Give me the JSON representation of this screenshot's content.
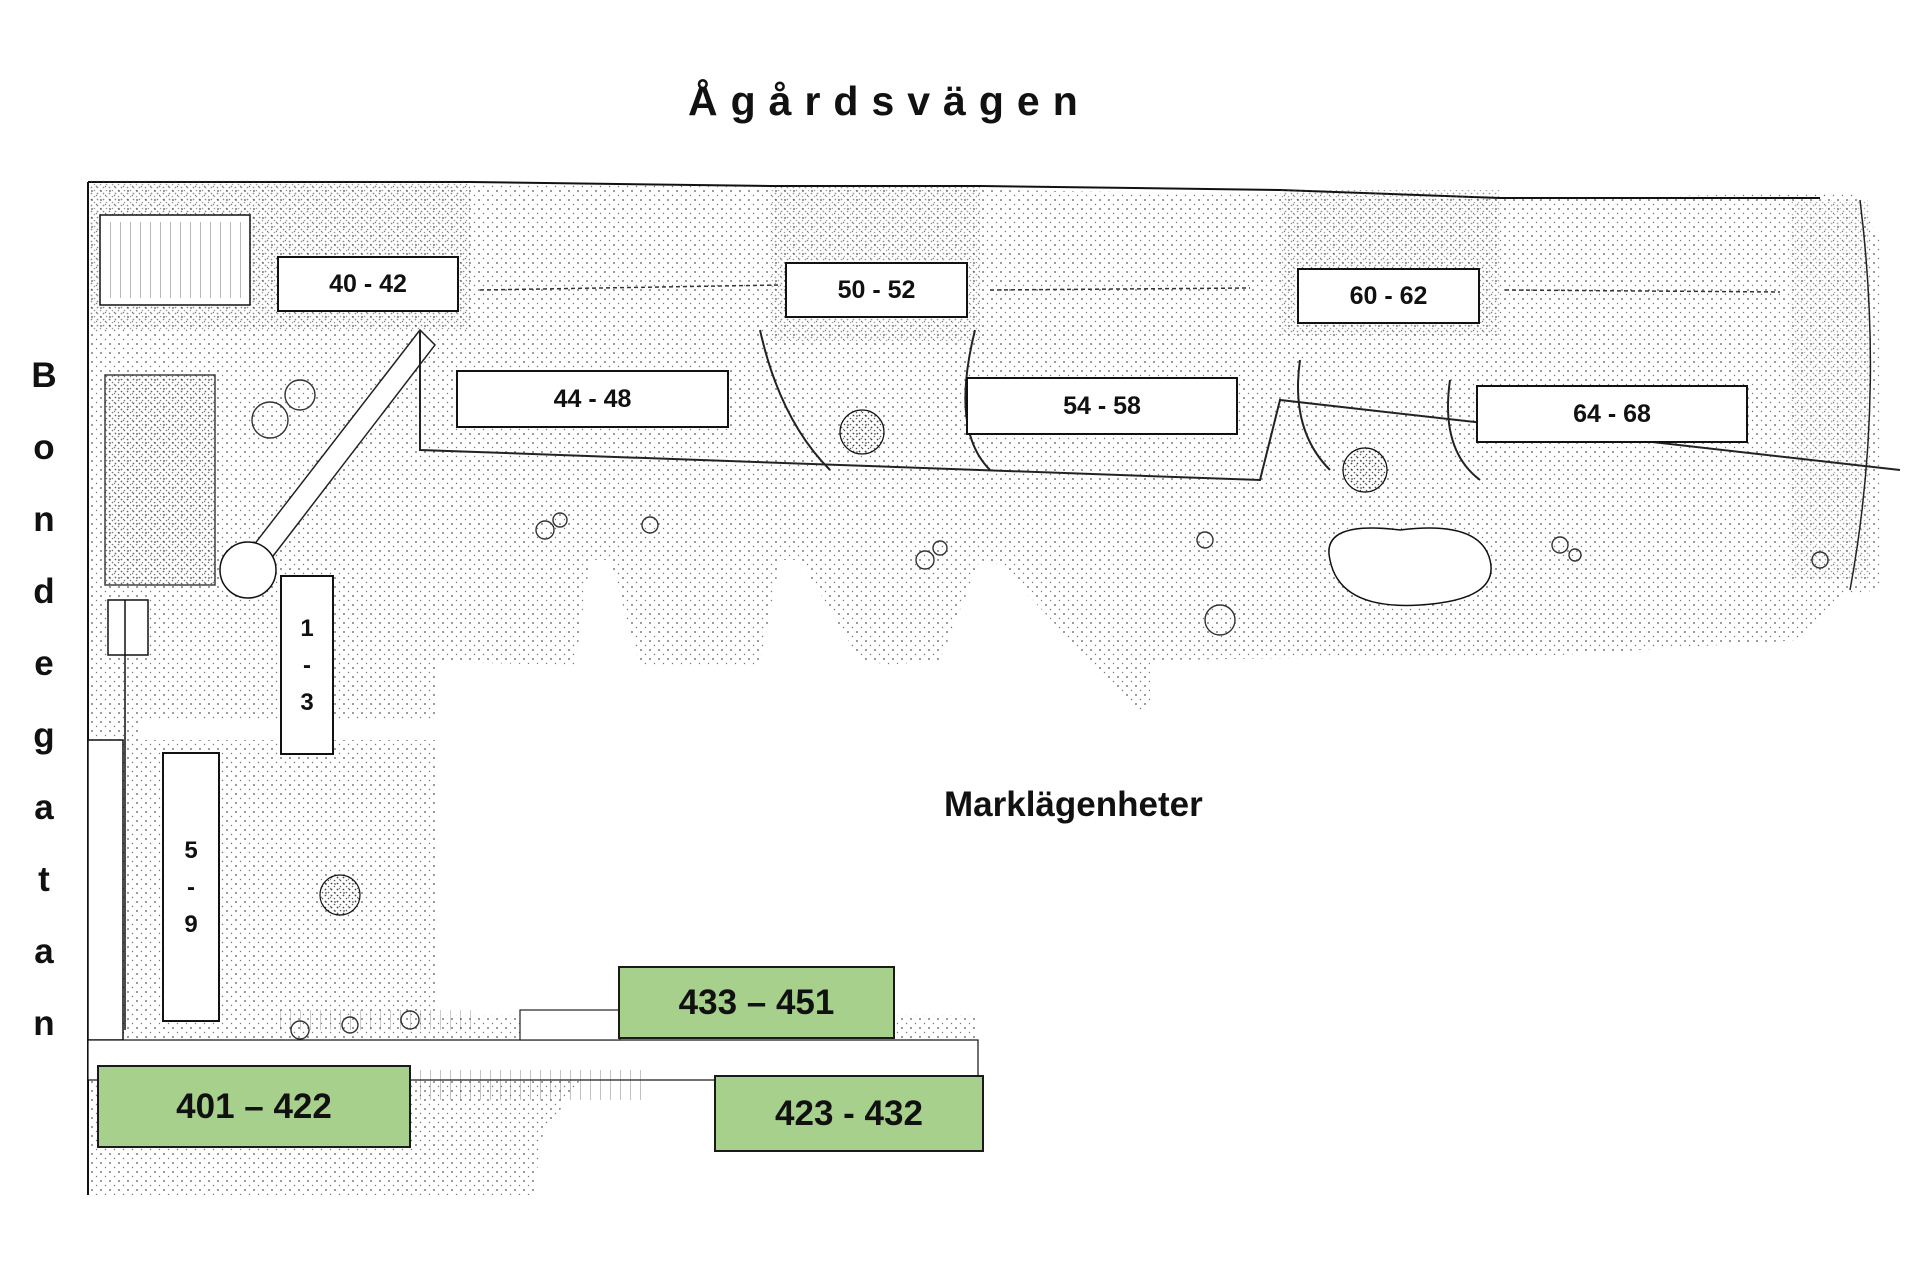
{
  "streets": {
    "top": "Ågårdsvägen",
    "left": "Bondegatan"
  },
  "area_label": "Marklägenheter",
  "buildings": [
    {
      "id": "b40",
      "label": "40 - 42"
    },
    {
      "id": "b50",
      "label": "50 - 52"
    },
    {
      "id": "b60",
      "label": "60 - 62"
    },
    {
      "id": "b44",
      "label": "44 - 48"
    },
    {
      "id": "b54",
      "label": "54 - 58"
    },
    {
      "id": "b64",
      "label": "64 - 68"
    },
    {
      "id": "b1",
      "label": "1 - 3"
    },
    {
      "id": "b5",
      "label": "5 - 9"
    }
  ],
  "townhouses": [
    {
      "id": "t433",
      "label": "433 – 451"
    },
    {
      "id": "t401",
      "label": "401 – 422"
    },
    {
      "id": "t423",
      "label": "423 - 432"
    }
  ],
  "colors": {
    "townhouse_fill": "#a8d08d",
    "outline": "#111111",
    "ground_dots": "#555555"
  }
}
